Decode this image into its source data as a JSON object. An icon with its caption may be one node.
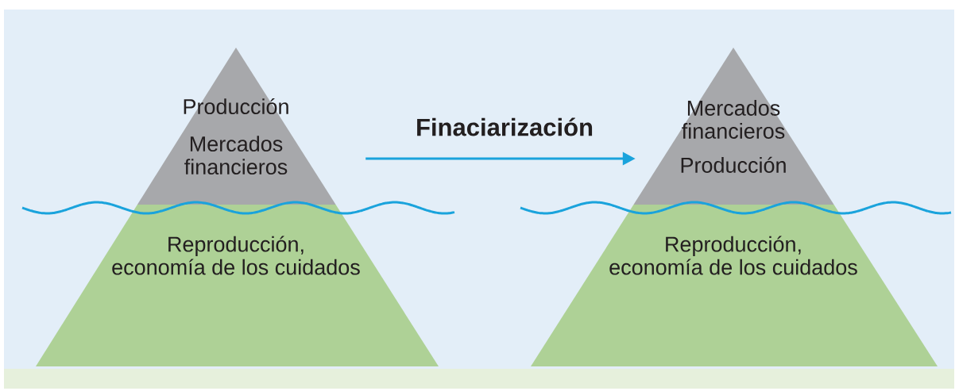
{
  "diagram": {
    "nodes": [
      {
        "text": [
          "Producción",
          "Mercados financieros"
        ]
      },
      {
        "text": [
          "Reproducción, economía de los cuidados"
        ]
      },
      {
        "text": [
          "Mercados financieros",
          "Producción"
        ]
      },
      {
        "text": [
          "Reproducción, economía de los cuidados"
        ]
      }
    ],
    "edges": [
      {
        "from": 0,
        "to": 2,
        "arrow": "to",
        "label": "Finaciarización"
      }
    ]
  }
}
